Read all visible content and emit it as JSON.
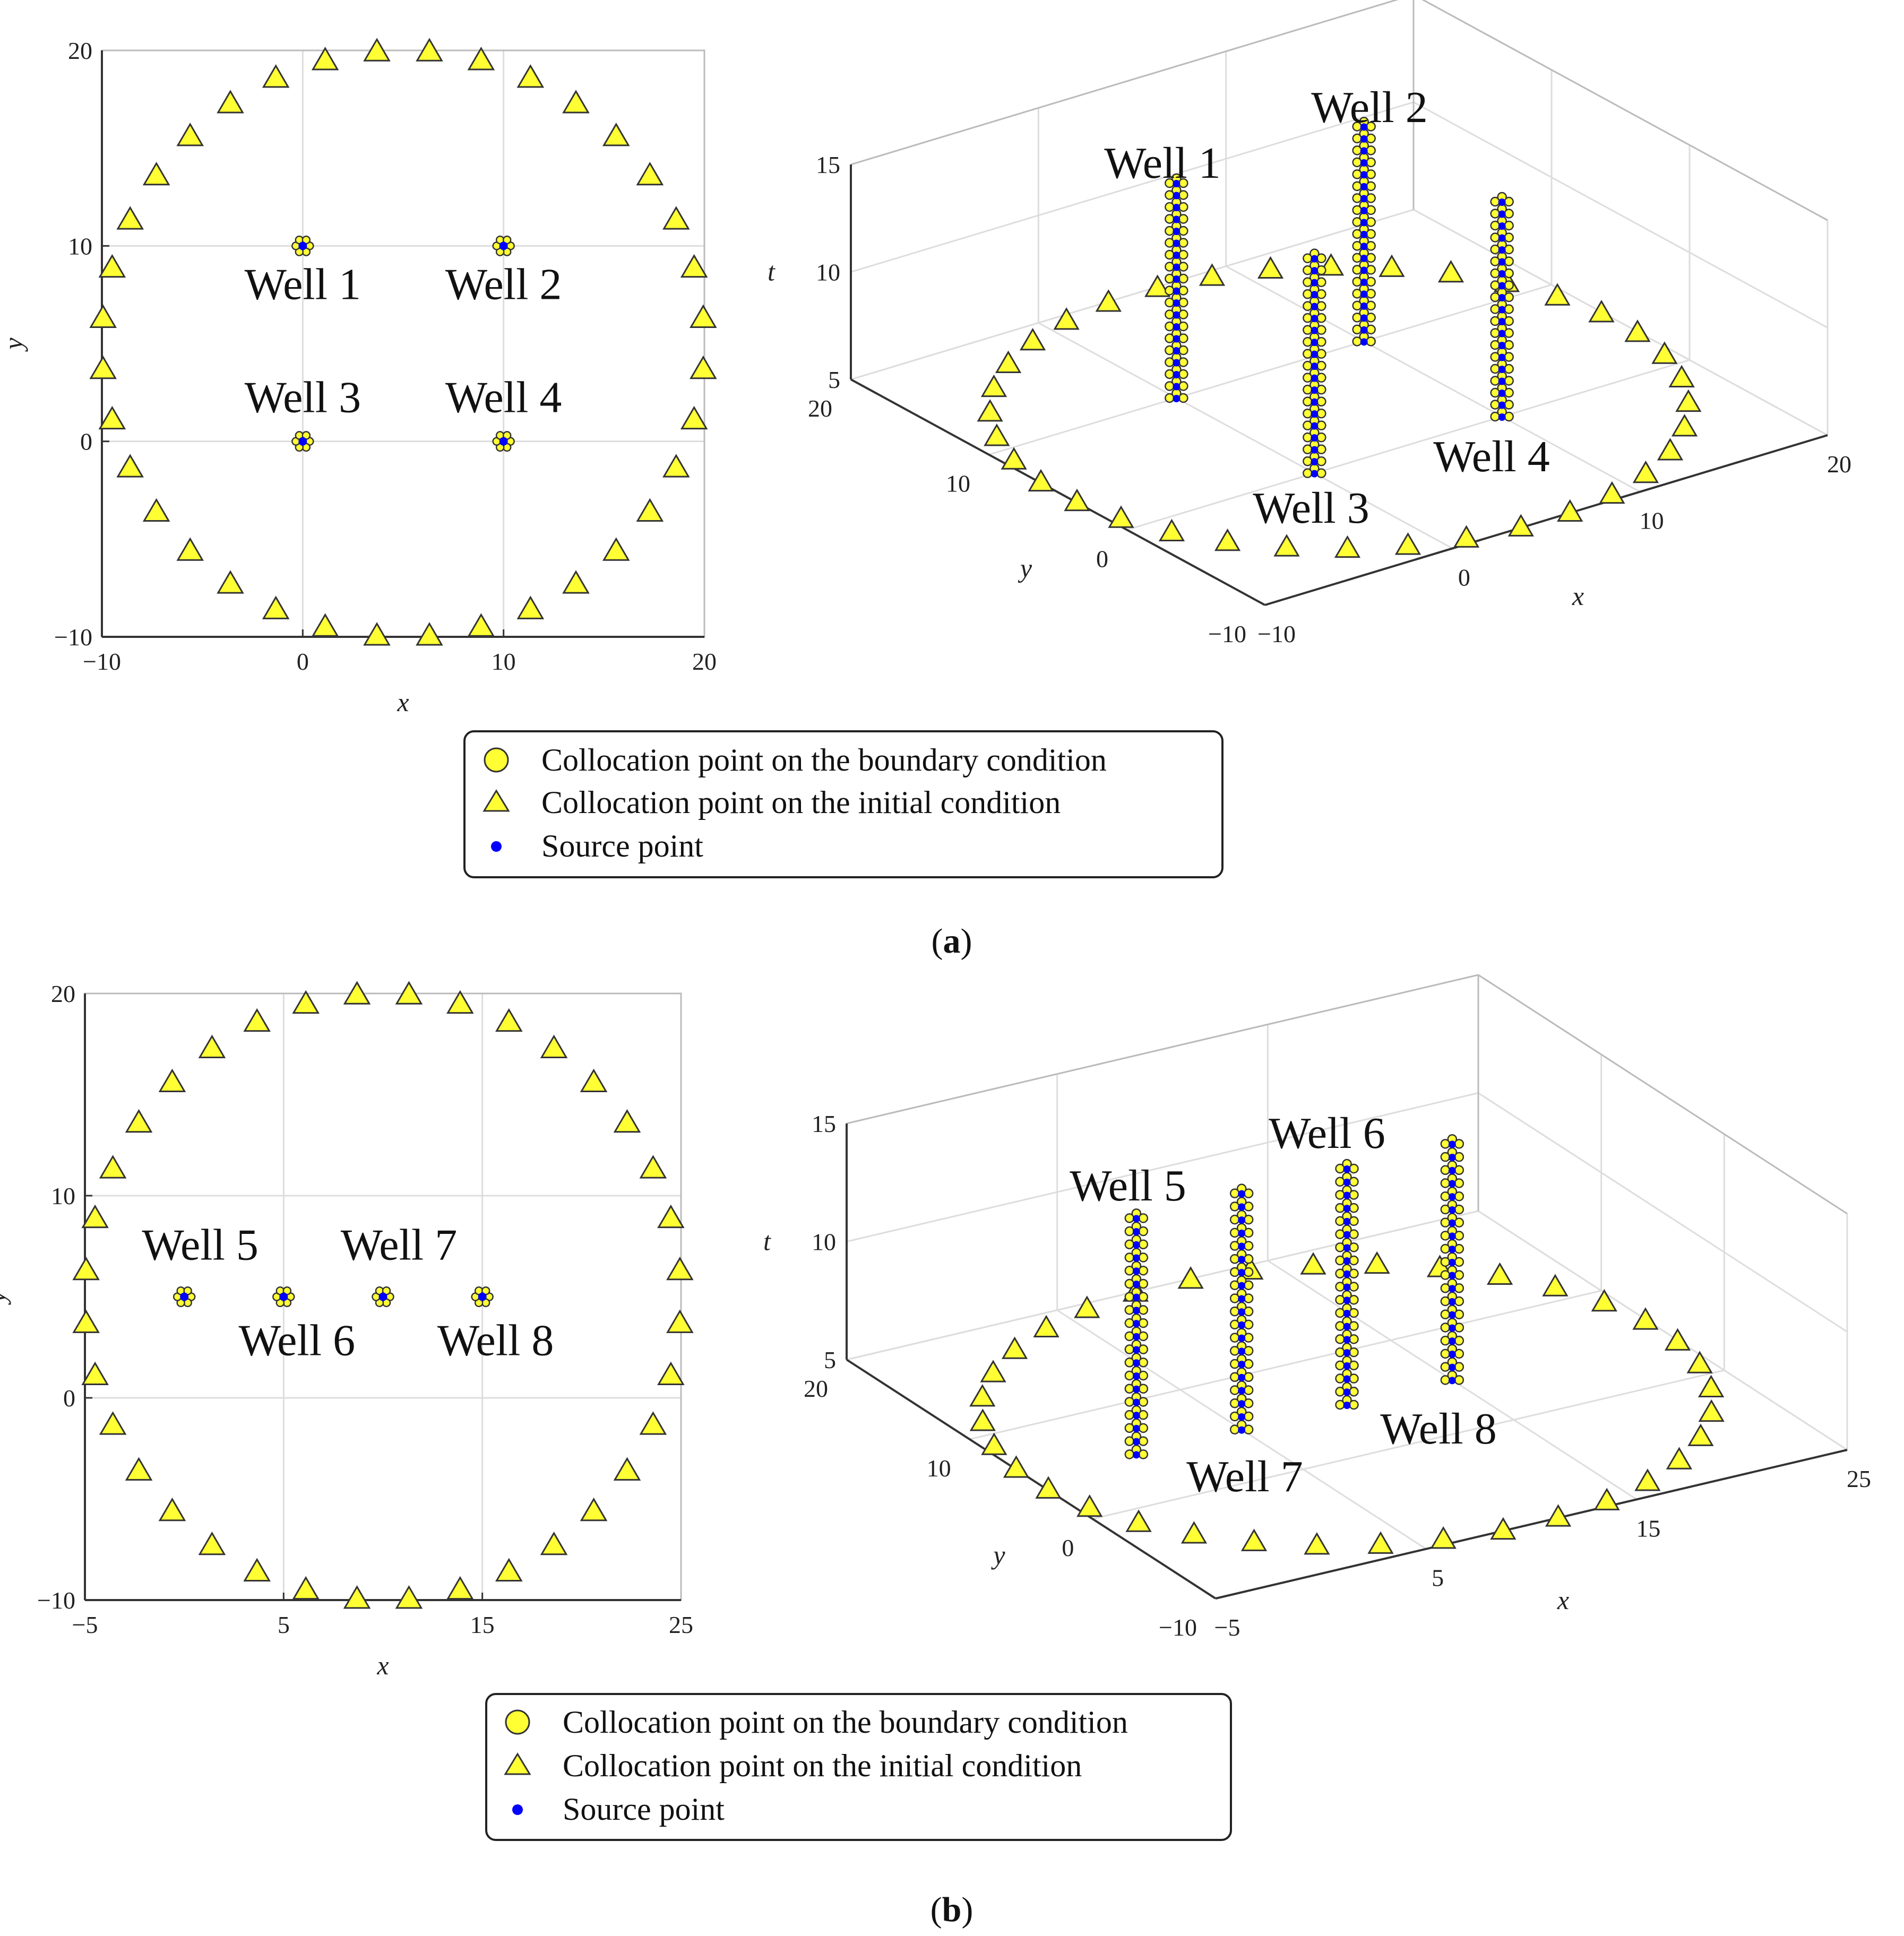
{
  "colors": {
    "marker_fill": "#ffff33",
    "marker_edge": "#333333",
    "source": "#0000ff",
    "grid": "#dddddd",
    "axis": "#333333"
  },
  "legend": {
    "boundary": "Collocation point on the boundary condition",
    "initial": "Collocation point on the initial condition",
    "source": "Source point"
  },
  "captions": {
    "a": "a",
    "b": "b"
  },
  "chart_data": [
    {
      "id": "a-2d",
      "type": "scatter",
      "xlabel": "x",
      "ylabel": "y",
      "xlim": [
        -10,
        20
      ],
      "ylim": [
        -10,
        20
      ],
      "xticks": [
        "−10",
        "0",
        "10",
        "20"
      ],
      "yticks": [
        "−10",
        "0",
        "10",
        "20"
      ],
      "grid": true,
      "boundary_circle": {
        "center": [
          5,
          5
        ],
        "radius": 15,
        "count": 36
      },
      "wells": [
        {
          "label": "Well 1",
          "x": 0,
          "y": 10
        },
        {
          "label": "Well 2",
          "x": 10,
          "y": 10
        },
        {
          "label": "Well 3",
          "x": 0,
          "y": 0
        },
        {
          "label": "Well 4",
          "x": 10,
          "y": 0
        }
      ]
    },
    {
      "id": "a-3d",
      "type": "scatter",
      "xlabel": "x",
      "ylabel": "y",
      "zlabel": "t",
      "xlim": [
        -10,
        20
      ],
      "ylim": [
        -10,
        20
      ],
      "zlim": [
        5,
        15
      ],
      "xticks": [
        "−10",
        "0",
        "10",
        "20"
      ],
      "yticks": [
        "−10",
        "0",
        "10",
        "20"
      ],
      "zticks": [
        "5",
        "10",
        "15"
      ],
      "grid": true,
      "wells": [
        {
          "label": "Well 1",
          "x": 0,
          "y": 10,
          "t": [
            5,
            15
          ]
        },
        {
          "label": "Well 2",
          "x": 10,
          "y": 10,
          "t": [
            5,
            15
          ]
        },
        {
          "label": "Well 3",
          "x": 0,
          "y": 0,
          "t": [
            5,
            15
          ]
        },
        {
          "label": "Well 4",
          "x": 10,
          "y": 0,
          "t": [
            5,
            15
          ]
        }
      ]
    },
    {
      "id": "b-2d",
      "type": "scatter",
      "xlabel": "x",
      "ylabel": "y",
      "xlim": [
        -5,
        25
      ],
      "ylim": [
        -10,
        20
      ],
      "xticks": [
        "−5",
        "5",
        "15",
        "25"
      ],
      "yticks": [
        "−10",
        "0",
        "10",
        "20"
      ],
      "grid": true,
      "boundary_circle": {
        "center": [
          10,
          5
        ],
        "radius": 15,
        "count": 36
      },
      "wells": [
        {
          "label": "Well 5",
          "x": 0,
          "y": 5
        },
        {
          "label": "Well 6",
          "x": 5,
          "y": 5
        },
        {
          "label": "Well 7",
          "x": 10,
          "y": 5
        },
        {
          "label": "Well 8",
          "x": 15,
          "y": 5
        }
      ]
    },
    {
      "id": "b-3d",
      "type": "scatter",
      "xlabel": "x",
      "ylabel": "y",
      "zlabel": "t",
      "xlim": [
        -5,
        25
      ],
      "ylim": [
        -10,
        20
      ],
      "zlim": [
        5,
        15
      ],
      "xticks": [
        "−5",
        "5",
        "15",
        "25"
      ],
      "yticks": [
        "−10",
        "0",
        "10",
        "20"
      ],
      "zticks": [
        "5",
        "10",
        "15"
      ],
      "grid": true,
      "wells": [
        {
          "label": "Well 5",
          "x": 0,
          "y": 5,
          "t": [
            5,
            15
          ]
        },
        {
          "label": "Well 6",
          "x": 5,
          "y": 5,
          "t": [
            5,
            15
          ]
        },
        {
          "label": "Well 7",
          "x": 10,
          "y": 5,
          "t": [
            5,
            15
          ]
        },
        {
          "label": "Well 8",
          "x": 15,
          "y": 5,
          "t": [
            5,
            15
          ]
        }
      ]
    }
  ]
}
